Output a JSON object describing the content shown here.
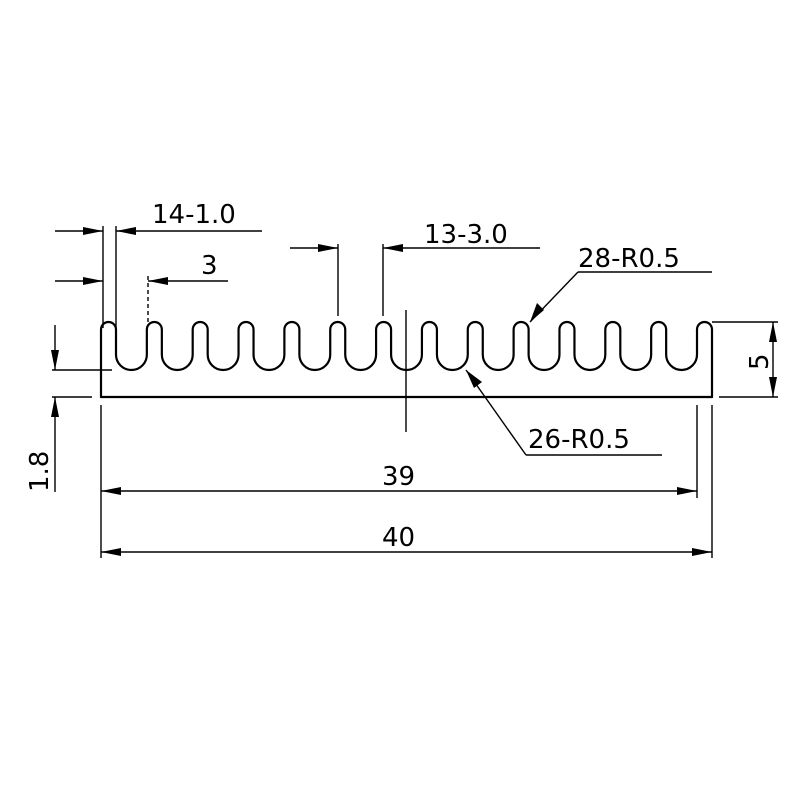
{
  "drawing": {
    "labels": {
      "fin_thickness": "14-1.0",
      "fin_pitch_small": "3",
      "gap_width": "13-3.0",
      "fin_tip_radius": "28-R0.5",
      "root_radius": "26-R0.5",
      "base_thickness": "1.8",
      "fin_height": "5",
      "inner_width": "39",
      "overall_width": "40"
    },
    "colors": {
      "line": "#000000",
      "background": "#ffffff"
    }
  }
}
